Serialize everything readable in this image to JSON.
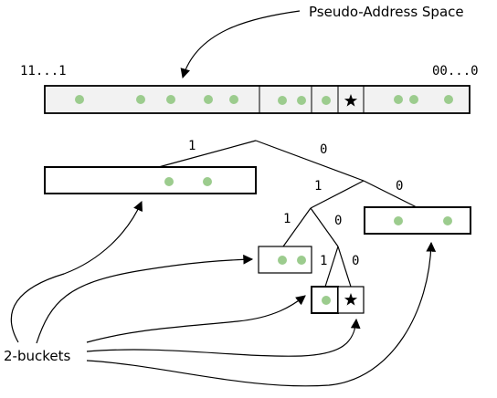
{
  "title": "Pseudo-Address Space",
  "address_left": "11...1",
  "address_right": "00...0",
  "buckets_label": "2-buckets",
  "edge_labels": {
    "root_1": "1",
    "root_0": "0",
    "mid_1": "1",
    "mid_0": "0",
    "low_1": "1",
    "low_0": "0",
    "leaf_1": "1",
    "leaf_0": "0"
  },
  "colors": {
    "dot": "#9ccc8e",
    "bar_fill": "#f2f2f2",
    "stroke": "#000000"
  },
  "icons": {
    "dot": "circle-icon",
    "target": "star-icon"
  }
}
